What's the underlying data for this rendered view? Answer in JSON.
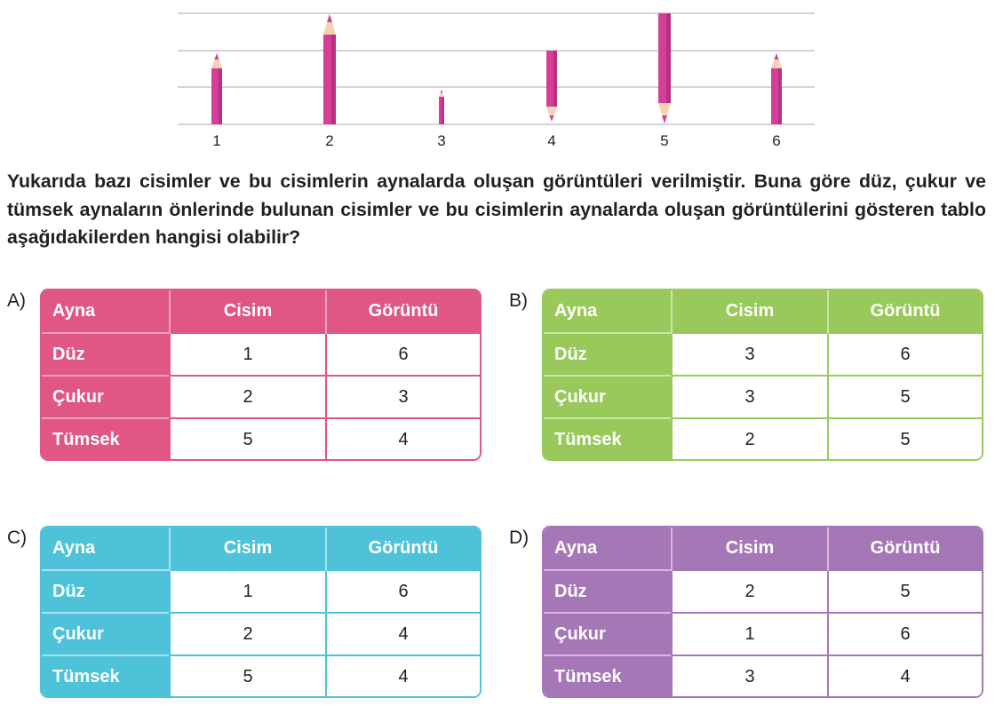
{
  "figure": {
    "pencil_color": "#d53f97",
    "objects": [
      {
        "label": "1",
        "kind": "object",
        "size": "small"
      },
      {
        "label": "2",
        "kind": "object",
        "size": "large"
      },
      {
        "label": "3",
        "kind": "image",
        "size": "very small"
      },
      {
        "label": "4",
        "kind": "image",
        "orientation": "inverted",
        "size": "small"
      },
      {
        "label": "5",
        "kind": "image",
        "orientation": "inverted",
        "size": "large"
      },
      {
        "label": "6",
        "kind": "image",
        "size": "small"
      }
    ]
  },
  "question": "Yukarıda bazı cisimler ve bu cisimlerin aynalarda oluşan görüntüleri verilmiştir. Buna göre düz, çukur ve tümsek aynaların önlerinde bulunan cisimler ve bu cisimlerin aynalarda oluşan görüntülerini gösteren tablo aşağıdakilerden hangisi olabilir?",
  "options": [
    {
      "letter": "A)",
      "color": "#e05684",
      "light": "#f0a3bd",
      "headers": [
        "Ayna",
        "Cisim",
        "Görüntü"
      ],
      "rows": [
        [
          "Düz",
          "1",
          "6"
        ],
        [
          "Çukur",
          "2",
          "3"
        ],
        [
          "Tümsek",
          "5",
          "4"
        ]
      ]
    },
    {
      "letter": "B)",
      "color": "#98c95a",
      "light": "#cde4ae",
      "headers": [
        "Ayna",
        "Cisim",
        "Görüntü"
      ],
      "rows": [
        [
          "Düz",
          "3",
          "6"
        ],
        [
          "Çukur",
          "3",
          "5"
        ],
        [
          "Tümsek",
          "2",
          "5"
        ]
      ]
    },
    {
      "letter": "C)",
      "color": "#4ec2d8",
      "light": "#a9e1ec",
      "headers": [
        "Ayna",
        "Cisim",
        "Görüntü"
      ],
      "rows": [
        [
          "Düz",
          "1",
          "6"
        ],
        [
          "Çukur",
          "2",
          "4"
        ],
        [
          "Tümsek",
          "5",
          "4"
        ]
      ]
    },
    {
      "letter": "D)",
      "color": "#a577b7",
      "light": "#d2bbdb",
      "headers": [
        "Ayna",
        "Cisim",
        "Görüntü"
      ],
      "rows": [
        [
          "Düz",
          "2",
          "5"
        ],
        [
          "Çukur",
          "1",
          "6"
        ],
        [
          "Tümsek",
          "3",
          "4"
        ]
      ]
    }
  ]
}
